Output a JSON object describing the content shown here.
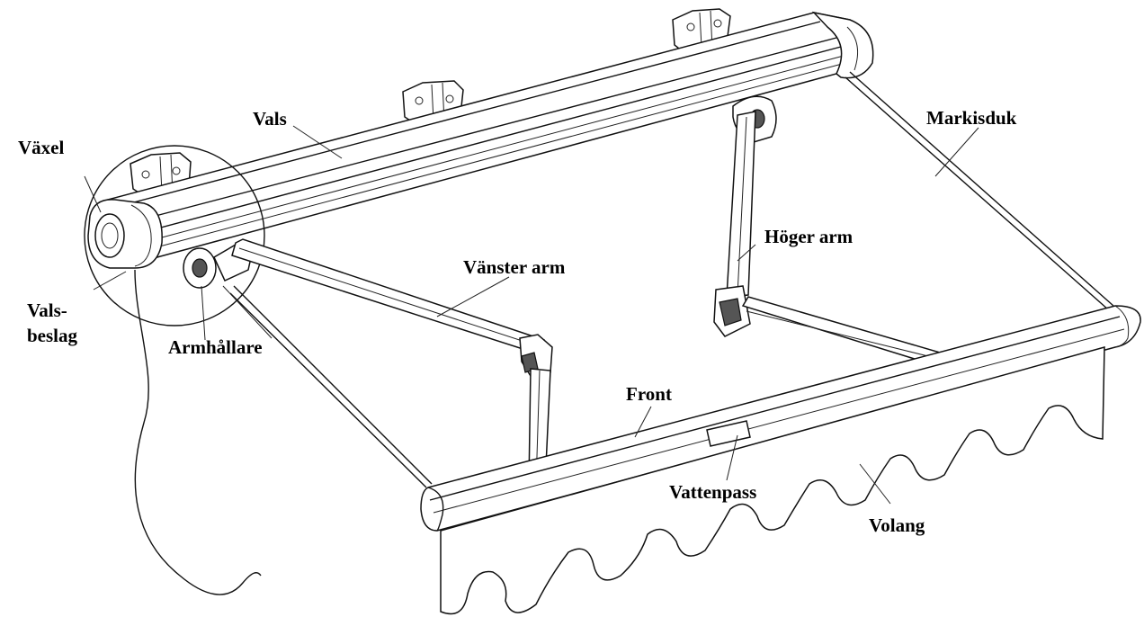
{
  "labels": {
    "vals": "Vals",
    "vaxel": "Växel",
    "markisduk": "Markisduk",
    "hoger_arm": "Höger arm",
    "vanster_arm": "Vänster arm",
    "vals_beslag_line1": "Vals-",
    "vals_beslag_line2": "beslag",
    "armhallare": "Armhållare",
    "front": "Front",
    "vattenpass": "Vattenpass",
    "volang": "Volang"
  }
}
